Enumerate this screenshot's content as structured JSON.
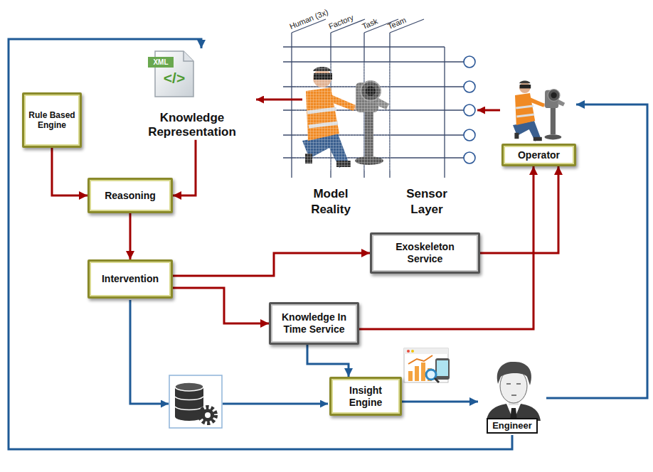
{
  "diagram": {
    "nodes": [
      {
        "text": [
          "Rule Based Engine"
        ]
      },
      {
        "text": [
          "Knowledge Representation"
        ]
      },
      {
        "text": [
          "Reasoning"
        ]
      },
      {
        "text": [
          "Intervention"
        ]
      },
      {
        "text": [
          "Exoskeleton Service"
        ]
      },
      {
        "text": [
          "Knowledge In Time Service"
        ]
      },
      {
        "text": [
          "Insight Engine"
        ]
      },
      {
        "text": [
          "Operator"
        ]
      },
      {
        "text": [
          "Engineer"
        ]
      }
    ],
    "edges": [
      {
        "from": 0,
        "to": 2,
        "arrow": "to"
      },
      {
        "from": 1,
        "to": 2,
        "arrow": "to"
      },
      {
        "from": 2,
        "to": 3,
        "arrow": "to"
      },
      {
        "from": 3,
        "to": 4,
        "arrow": "to"
      },
      {
        "from": 3,
        "to": 5,
        "arrow": "to"
      },
      {
        "from": 4,
        "to": 7,
        "arrow": "to"
      },
      {
        "from": 5,
        "to": 7,
        "arrow": "to"
      },
      {
        "from": 5,
        "to": 6,
        "arrow": "to"
      },
      {
        "from": 6,
        "to": 8,
        "arrow": "to"
      },
      {
        "from": 8,
        "to": 7,
        "arrow": "to"
      },
      {
        "from": 8,
        "to": 1,
        "arrow": "to"
      }
    ],
    "labels": [
      "XML",
      "</>",
      "Human (3x)",
      "Factory",
      "Task",
      "Team",
      "Model Reality",
      "Sensor Layer"
    ]
  }
}
